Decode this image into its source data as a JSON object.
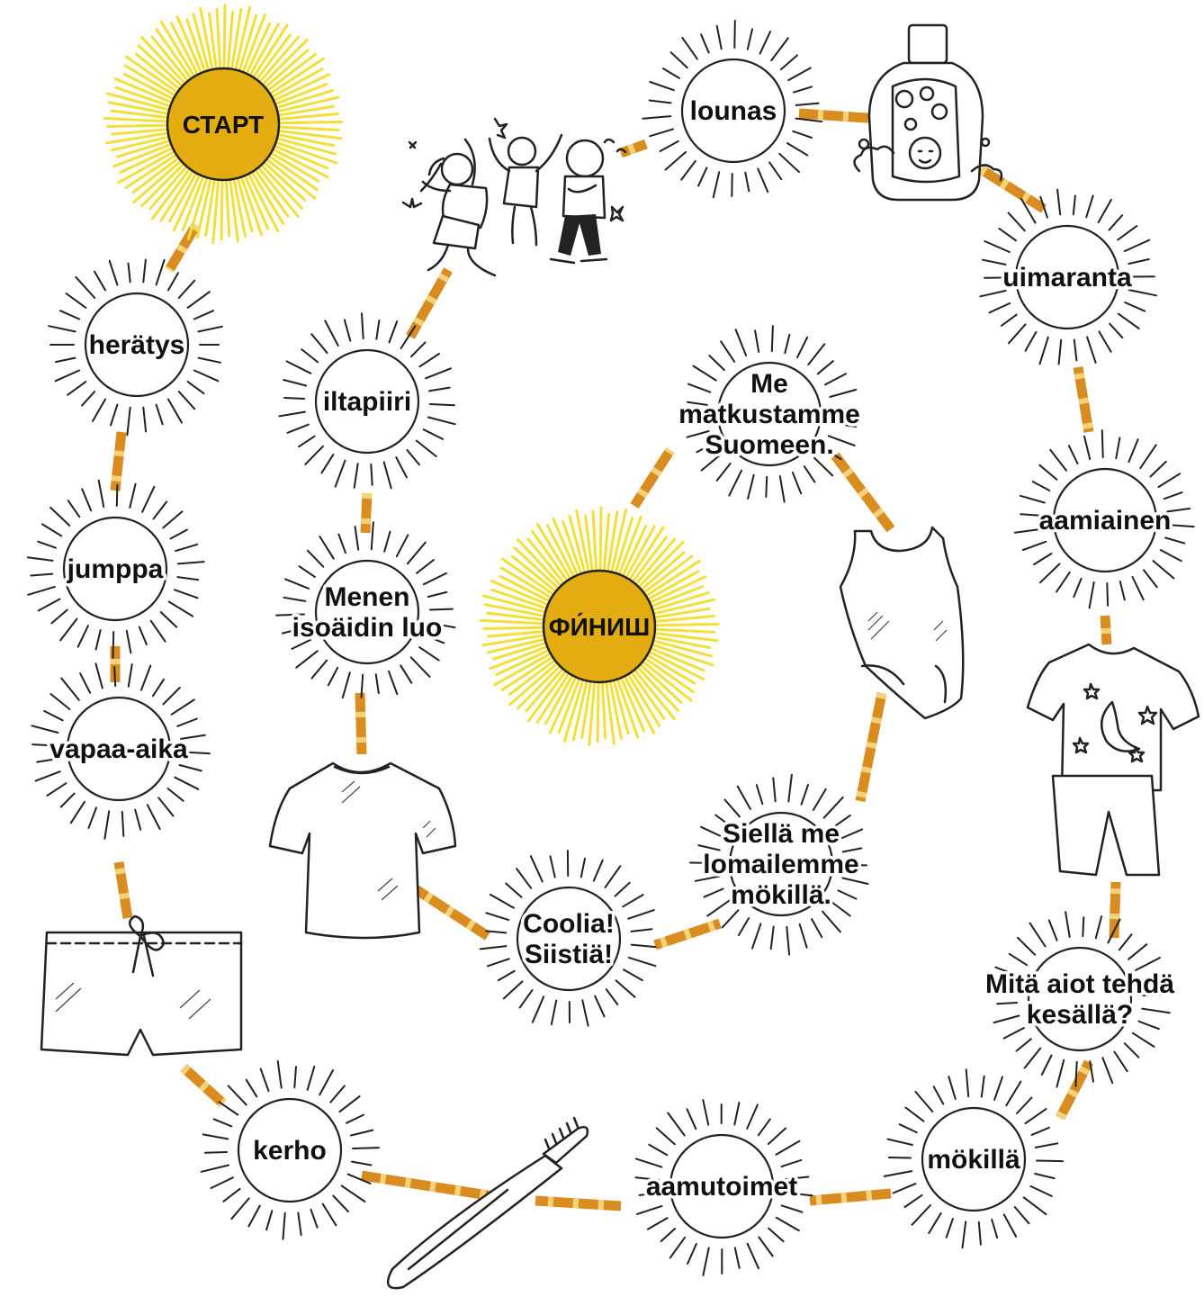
{
  "colors": {
    "path_orange": "#d98c1f",
    "path_light": "#f2d27a",
    "sun_core": "#e3ad12",
    "sun_glow": "#f3df3a",
    "ink": "#222222"
  },
  "start": {
    "label": "СТАРТ"
  },
  "finish": {
    "label": "ФИ́НИШ"
  },
  "squares": [
    {
      "id": "heratys",
      "lines": [
        "herätys"
      ]
    },
    {
      "id": "jumppa",
      "lines": [
        "jumppa"
      ]
    },
    {
      "id": "vapaa-aika",
      "lines": [
        "vapaa-aika"
      ]
    },
    {
      "id": "kerho",
      "lines": [
        "kerho"
      ]
    },
    {
      "id": "aamutoimet",
      "lines": [
        "aamutoimet"
      ]
    },
    {
      "id": "mokilla",
      "lines": [
        "mökillä"
      ]
    },
    {
      "id": "mita-aiot",
      "lines": [
        "Mitä aiot tehdä",
        "kesällä?"
      ]
    },
    {
      "id": "aamiainen",
      "lines": [
        "aamiainen"
      ]
    },
    {
      "id": "uimaranta",
      "lines": [
        "uimaranta"
      ]
    },
    {
      "id": "lounas",
      "lines": [
        "lounas"
      ]
    },
    {
      "id": "iltapiiri",
      "lines": [
        "iltapiiri"
      ]
    },
    {
      "id": "menen",
      "lines": [
        "Menen",
        "isoäidin luo"
      ]
    },
    {
      "id": "coolia",
      "lines": [
        "Coolia!",
        "Siistiä!"
      ]
    },
    {
      "id": "siella",
      "lines": [
        "Siellä me",
        "lomailemme",
        "mökillä."
      ]
    },
    {
      "id": "me-matkustamme",
      "lines": [
        "Me",
        "matkustamme",
        "Suomeen."
      ]
    }
  ],
  "pictures": [
    {
      "name": "dancing-kids-icon"
    },
    {
      "name": "shampoo-bottle-icon"
    },
    {
      "name": "swimsuit-icon"
    },
    {
      "name": "pajamas-icon"
    },
    {
      "name": "t-shirt-icon"
    },
    {
      "name": "swim-shorts-icon"
    },
    {
      "name": "toothbrush-icon"
    }
  ]
}
